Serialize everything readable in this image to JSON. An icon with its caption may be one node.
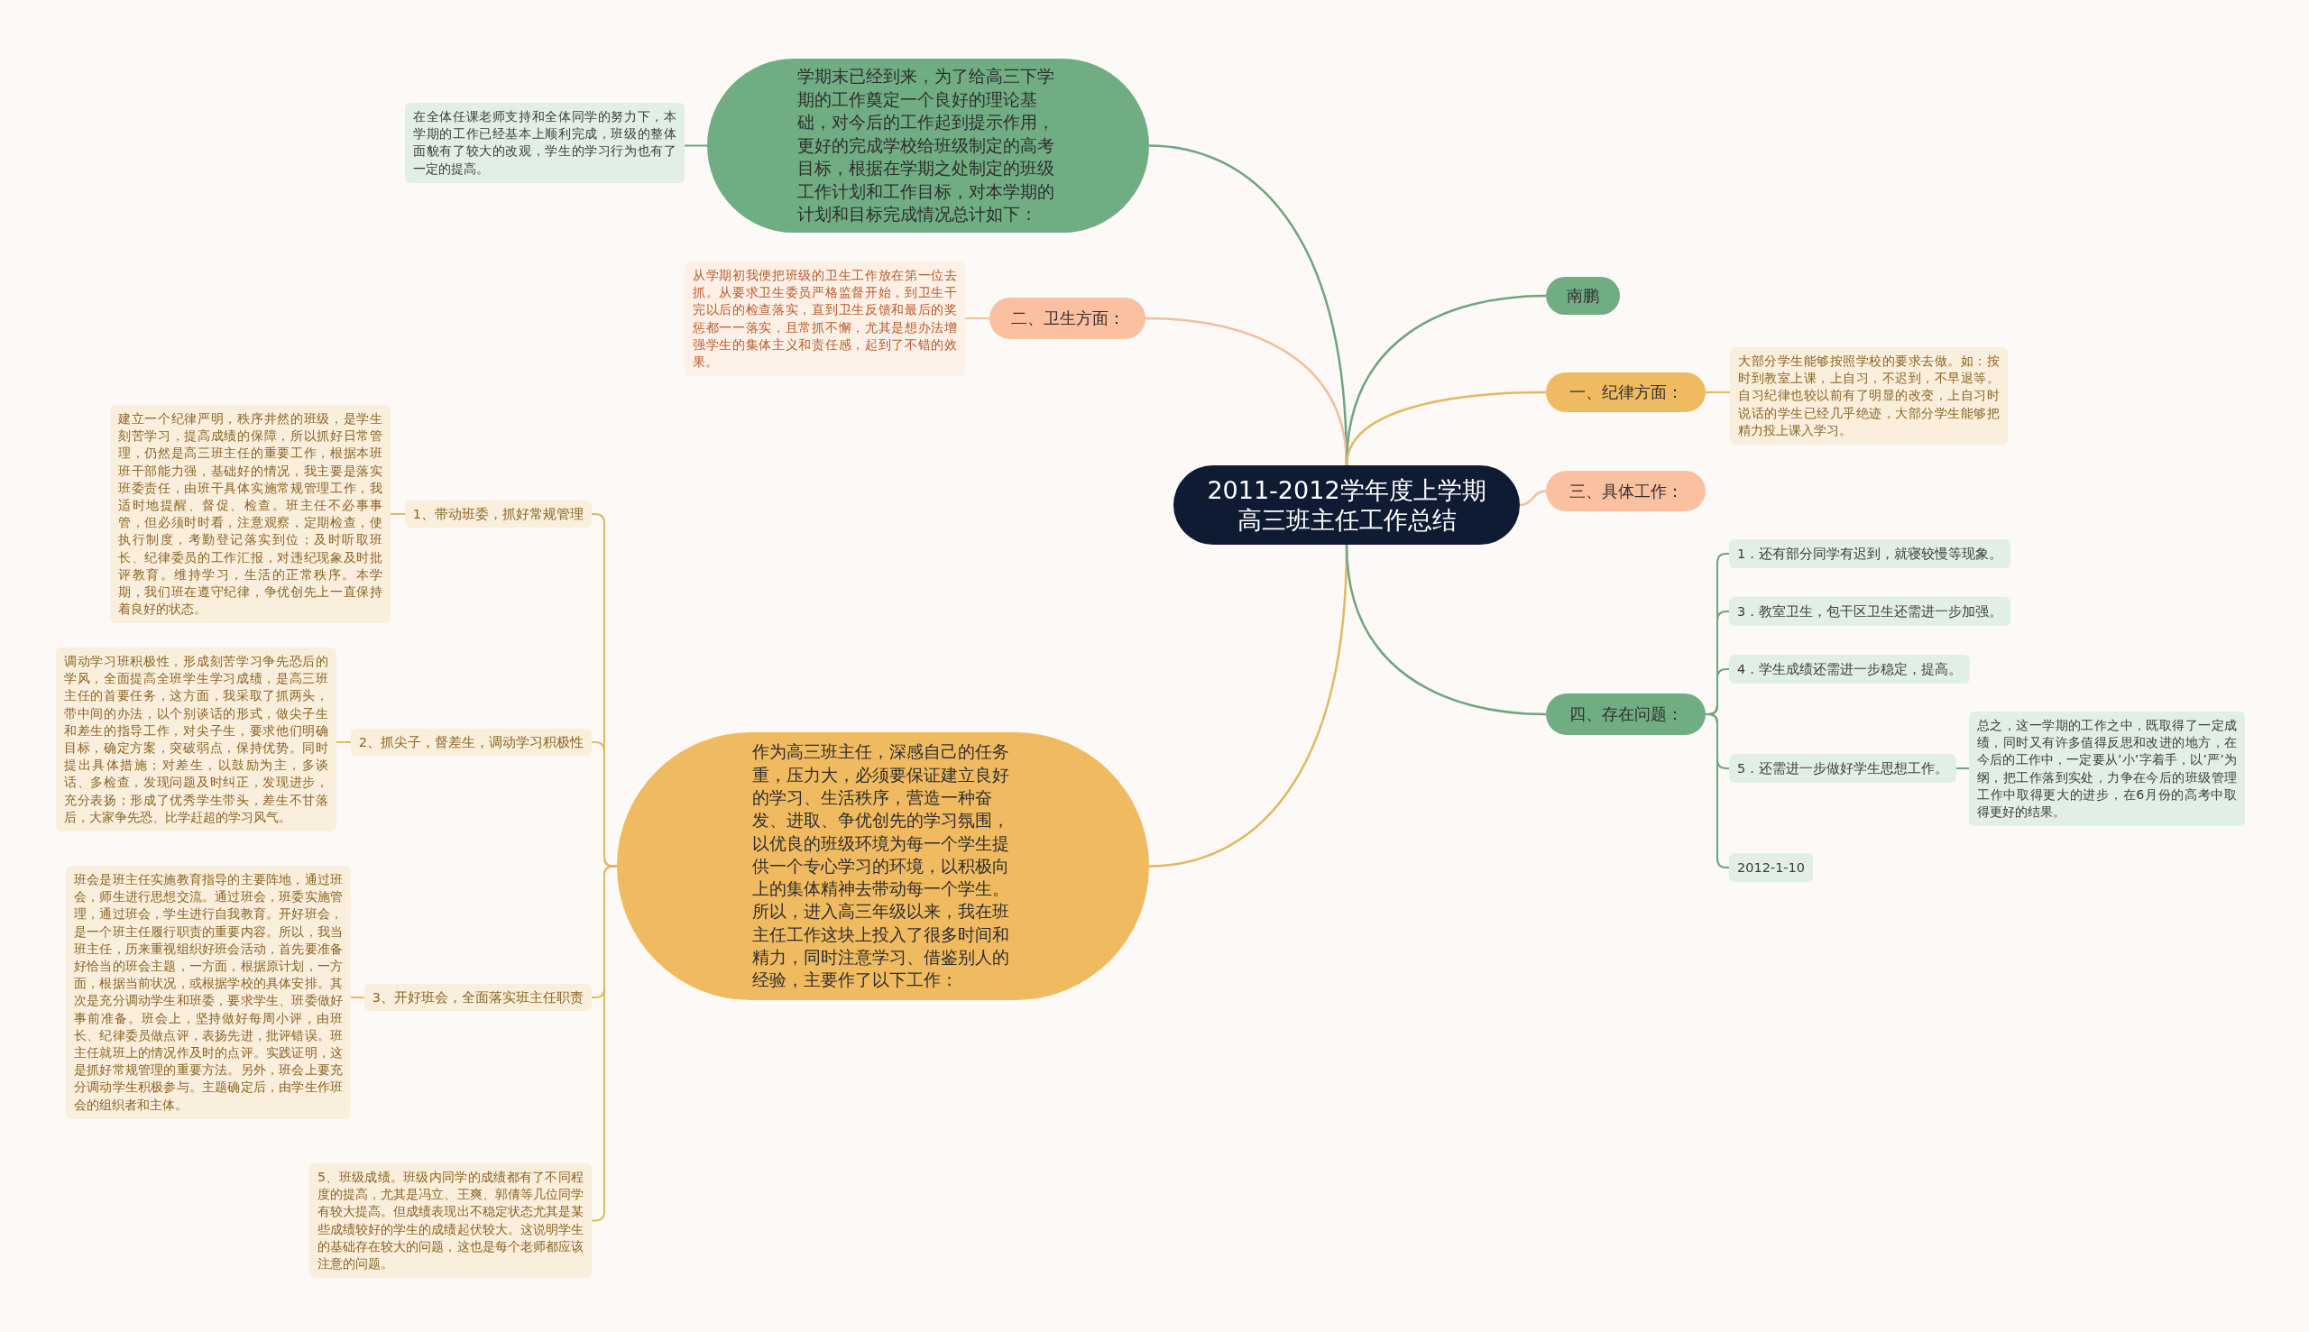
{
  "diagram": {
    "nodes": [
      {
        "text": [
          "2011-2012学年度上学期高三班主任工作总结"
        ]
      },
      {
        "text": [
          "学期末已经到来，为了给高三下学期的工作奠定一个良好的理论基础，对今后的工作起到提示作用，更好的完成学校给班级制定的高考目标，根据在学期之处制定的班级工作计划和工作目标，对本学期的计划和目标完成情况总计如下："
        ]
      },
      {
        "text": [
          "在全体任课老师支持和全体同学的努力下，本学期的工作已经基本上顺利完成，班级的整体面貌有了较大的改观，学生的学习行为也有了一定的提高。"
        ]
      },
      {
        "text": [
          "二、卫生方面："
        ]
      },
      {
        "text": [
          "从学期初我便把班级的卫生工作放在第一位去抓。从要求卫生委员严格监督开始，到卫生干完以后的检查落实，直到卫生反馈和最后的奖惩都一一落实，且常抓不懈，尤其是想办法增强学生的集体主义和责任感，起到了不错的效果。"
        ]
      },
      {
        "text": [
          "作为高三班主任，深感自己的任务重，压力大，必须要保证建立良好的学习、生活秩序，营造一种奋发、进取、争优创先的学习氛围，以优良的班级环境为每一个学生提供一个专心学习的环境，以积极向上的集体精神去带动每一个学生。所以，进入高三年级以来，我在班主任工作这块上投入了很多时间和精力，同时注意学习、借鉴别人的经验，主要作了以下工作："
        ]
      },
      {
        "text": [
          "1、带动班委，抓好常规管理"
        ]
      },
      {
        "text": [
          "建立一个纪律严明，秩序井然的班级，是学生刻苦学习，提高成绩的保障，所以抓好日常管理，仍然是高三班主任的重要工作，根据本班班干部能力强，基础好的情况，我主要是落实班委责任，由班干具体实施常规管理工作，我适时地提醒、督促、检查。班主任不必事事管，但必须时时看，注意观察，定期检查，使执行制度，考勤登记落实到位；及时听取班长、纪律委员的工作汇报，对违纪现象及时批评教育。维持学习，生活的正常秩序。本学期，我们班在遵守纪律，争优创先上一直保持着良好的状态。"
        ]
      },
      {
        "text": [
          "2、抓尖子，督差生，调动学习积极性"
        ]
      },
      {
        "text": [
          "调动学习班积极性，形成刻苦学习争先恐后的学风，全面提高全班学生学习成绩，是高三班主任的首要任务，这方面，我采取了抓两头，带中间的办法，以个别谈话的形式，做尖子生和差生的指导工作，对尖子生，要求他们明确目标，确定方案，突破弱点，保持优势。同时提出具体措施；对差生，以鼓励为主，多谈话、多检查，发现问题及时纠正，发现进步，充分表扬；形成了优秀学生带头，差生不甘落后，大家争先恐、比学赶超的学习风气。"
        ]
      },
      {
        "text": [
          "3、开好班会，全面落实班主任职责"
        ]
      },
      {
        "text": [
          "班会是班主任实施教育指导的主要阵地，通过班会，师生进行思想交流。通过班会，班委实施管理，通过班会，学生进行自我教育。开好班会，是一个班主任履行职责的重要内容。所以，我当班主任，历来重视组织好班会活动，首先要准备好恰当的班会主题，一方面，根据原计划，一方面，根据当前状况，或根据学校的具体安排。其次是充分调动学生和班委，要求学生、班委做好事前准备。班会上，坚持做好每周小评，由班长、纪律委员做点评，表扬先进，批评错误。班主任就班上的情况作及时的点评。实践证明，这是抓好常规管理的重要方法。另外，班会上要充分调动学生积极参与。主题确定后，由学生作班会的组织者和主体。"
        ]
      },
      {
        "text": [
          "5、班级成绩。班级内同学的成绩都有了不同程度的提高，尤其是冯立、王爽、郭倩等几位同学有较大提高。但成绩表现出不稳定状态尤其是某些成绩较好的学生的成绩起伏较大。这说明学生的基础存在较大的问题，这也是每个老师都应该注意的问题。"
        ]
      },
      {
        "text": [
          "南鹏"
        ]
      },
      {
        "text": [
          "一、纪律方面："
        ]
      },
      {
        "text": [
          "大部分学生能够按照学校的要求去做。如：按时到教室上课，上自习，不迟到，不早退等。自习纪律也较以前有了明显的改变，上自习时说话的学生已经几乎绝迹，大部分学生能够把精力投上课入学习。"
        ]
      },
      {
        "text": [
          "三、具体工作："
        ]
      },
      {
        "text": [
          "四、存在问题："
        ]
      },
      {
        "text": [
          "1．还有部分同学有迟到，就寝较慢等现象。"
        ]
      },
      {
        "text": [
          "3．教室卫生，包干区卫生还需进一步加强。"
        ]
      },
      {
        "text": [
          "4．学生成绩还需进一步稳定，提高。"
        ]
      },
      {
        "text": [
          "5．还需进一步做好学生思想工作。"
        ]
      },
      {
        "text": [
          "总之，这一学期的工作之中，既取得了一定成绩，同时又有许多值得反思和改进的地方，在今后的工作中，一定要从’小’字着手，以’严’为纲，把工作落到实处，力争在今后的班级管理工作中取得更大的进步，在6月份的高考中取得更好的结果。"
        ]
      },
      {
        "text": [
          "2012-1-10"
        ]
      }
    ],
    "edges": [
      {
        "from": 0,
        "to": 1,
        "arrow": "none",
        "color": "#6ea57f"
      },
      {
        "from": 1,
        "to": 2,
        "arrow": "none",
        "color": "#6ea57f"
      },
      {
        "from": 0,
        "to": 3,
        "arrow": "none",
        "color": "#f2bea1"
      },
      {
        "from": 3,
        "to": 4,
        "arrow": "none",
        "color": "#f2bea1"
      },
      {
        "from": 0,
        "to": 5,
        "arrow": "none",
        "color": "#e2b862"
      },
      {
        "from": 5,
        "to": 6,
        "arrow": "none",
        "color": "#e2b862"
      },
      {
        "from": 6,
        "to": 7,
        "arrow": "none",
        "color": "#e2b862"
      },
      {
        "from": 5,
        "to": 8,
        "arrow": "none",
        "color": "#e2b862"
      },
      {
        "from": 8,
        "to": 9,
        "arrow": "none",
        "color": "#e2b862"
      },
      {
        "from": 5,
        "to": 10,
        "arrow": "none",
        "color": "#e2b862"
      },
      {
        "from": 10,
        "to": 11,
        "arrow": "none",
        "color": "#e2b862"
      },
      {
        "from": 5,
        "to": 12,
        "arrow": "none",
        "color": "#e2b862"
      },
      {
        "from": 0,
        "to": 13,
        "arrow": "none",
        "color": "#6ea57f"
      },
      {
        "from": 0,
        "to": 14,
        "arrow": "none",
        "color": "#e2b862"
      },
      {
        "from": 14,
        "to": 15,
        "arrow": "none",
        "color": "#e2b862"
      },
      {
        "from": 0,
        "to": 16,
        "arrow": "none",
        "color": "#f2bea1"
      },
      {
        "from": 0,
        "to": 17,
        "arrow": "none",
        "color": "#6ea57f"
      },
      {
        "from": 17,
        "to": 18,
        "arrow": "none",
        "color": "#6ea57f"
      },
      {
        "from": 17,
        "to": 19,
        "arrow": "none",
        "color": "#6ea57f"
      },
      {
        "from": 17,
        "to": 20,
        "arrow": "none",
        "color": "#6ea57f"
      },
      {
        "from": 17,
        "to": 21,
        "arrow": "none",
        "color": "#6ea57f"
      },
      {
        "from": 21,
        "to": 22,
        "arrow": "none",
        "color": "#6ea57f"
      },
      {
        "from": 17,
        "to": 23,
        "arrow": "none",
        "color": "#6ea57f"
      }
    ]
  }
}
